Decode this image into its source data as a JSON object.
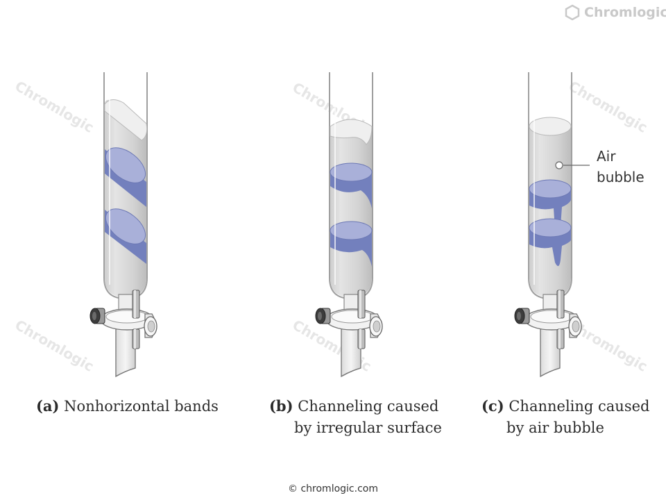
{
  "brand": {
    "name": "Chromlogic",
    "icon": "hexagon-logo-icon"
  },
  "watermark": "Chromlogic",
  "panels": [
    {
      "tag": "(a)",
      "line1": "Nonhorizontal bands",
      "line2": ""
    },
    {
      "tag": "(b)",
      "line1": "Channeling caused",
      "line2": "by irregular surface"
    },
    {
      "tag": "(c)",
      "line1": "Channeling caused",
      "line2": "by air bubble"
    }
  ],
  "annotation": {
    "line1": "Air",
    "line2": "bubble"
  },
  "footer": "© chromlogic.com",
  "colors": {
    "glass": "#b7b7b7",
    "solvent": "#d5d5d5",
    "solvent_top": "#eeeeee",
    "band_light": "#a9b0d9",
    "band_dark": "#7380bd",
    "outline": "#555555",
    "valve_dark": "#3c3c3c"
  }
}
